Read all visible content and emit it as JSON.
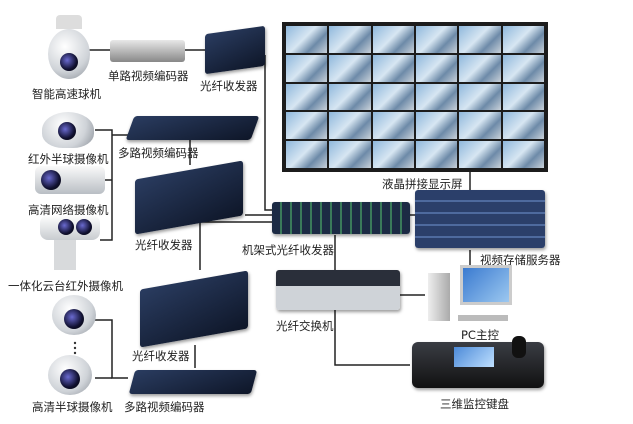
{
  "devices": {
    "ptz_camera": "智能高速球机",
    "single_encoder": "单路视频编码器",
    "transceiver_top": "光纤收发器",
    "video_wall": "液晶拼接显示屏",
    "ir_dome_camera": "红外半球摄像机",
    "multi_encoder_top": "多路视频编码器",
    "hd_network_camera": "高清网络摄像机",
    "transceiver_middle": "光纤收发器",
    "rack_transceiver": "机架式光纤收发器",
    "storage_server": "视频存储服务器",
    "integrated_ptz_ir_camera": "一体化云台红外摄像机",
    "fiber_switch": "光纤交换机",
    "pc_master": "PC主控",
    "transceiver_bottom": "光纤收发器",
    "hd_dome_camera": "高清半球摄像机",
    "multi_encoder_bottom": "多路视频编码器",
    "keyboard_3d": "三维监控键盘"
  }
}
